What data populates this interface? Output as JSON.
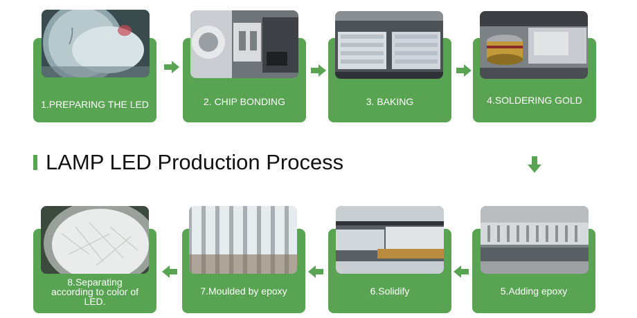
{
  "title": "LAMP LED Production Process",
  "colors": {
    "accent": "#58a452",
    "card_text": "#ffffff",
    "title_text": "#111111"
  },
  "steps": [
    {
      "label": "1.PREPARING THE LED"
    },
    {
      "label": "2. CHIP BONDING"
    },
    {
      "label": "3. BAKING"
    },
    {
      "label": "4.SOLDERING GOLD"
    },
    {
      "label": "5.Adding epoxy"
    },
    {
      "label": "6.Solidify"
    },
    {
      "label": "7.Moulded by epoxy"
    },
    {
      "label": "8.Separating according to color of LED."
    }
  ],
  "icons": {
    "flow_right": "arrow-right-icon",
    "flow_left": "arrow-left-icon",
    "flow_down": "arrow-down-icon"
  }
}
